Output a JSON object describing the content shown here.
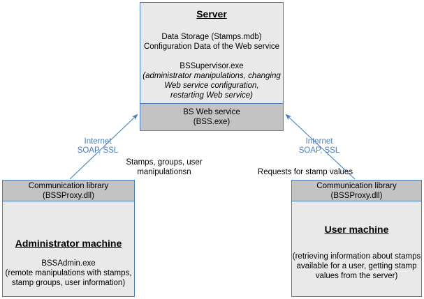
{
  "server": {
    "title": "Server",
    "info_block_1": [
      "Data Storage (Stamps.mdb)",
      "Configuration Data of the Web service"
    ],
    "info_block_2_head": "BSSupervisor.exe",
    "info_block_2_body": [
      "(administrator manipulations, changing",
      "Web service configuration,",
      "restarting Web service)"
    ],
    "web_service": [
      "BS Web service",
      "(BSS.exe)"
    ]
  },
  "admin_machine": {
    "header": [
      "Communication library",
      "(BSSProxy.dll)"
    ],
    "title": "Administrator machine",
    "exe": "BSSAdmin.exe",
    "body": [
      "(remote manipulations with stamps,",
      "stamp groups, user information)"
    ]
  },
  "user_machine": {
    "header": [
      "Communication library",
      "(BSSProxy.dll)"
    ],
    "title": "User machine",
    "body": [
      "(retrieving information about stamps",
      "available for a user, getting stamp",
      "values from the server)"
    ]
  },
  "connectors": {
    "left": {
      "protocol": [
        "Internet",
        "SOAP, SSL"
      ],
      "flow": [
        "Stamps, groups, user",
        "manipulationsn"
      ]
    },
    "right": {
      "protocol": [
        "Internet",
        "SOAP, SSL"
      ],
      "flow": [
        "Requests for stamp values"
      ]
    }
  },
  "colors": {
    "border_blue": "#4a7ebb",
    "fill_light": "#e9e9e9",
    "fill_gray": "#c3c3c3",
    "label_blue": "#4a7ebb",
    "text_black": "#000000"
  }
}
